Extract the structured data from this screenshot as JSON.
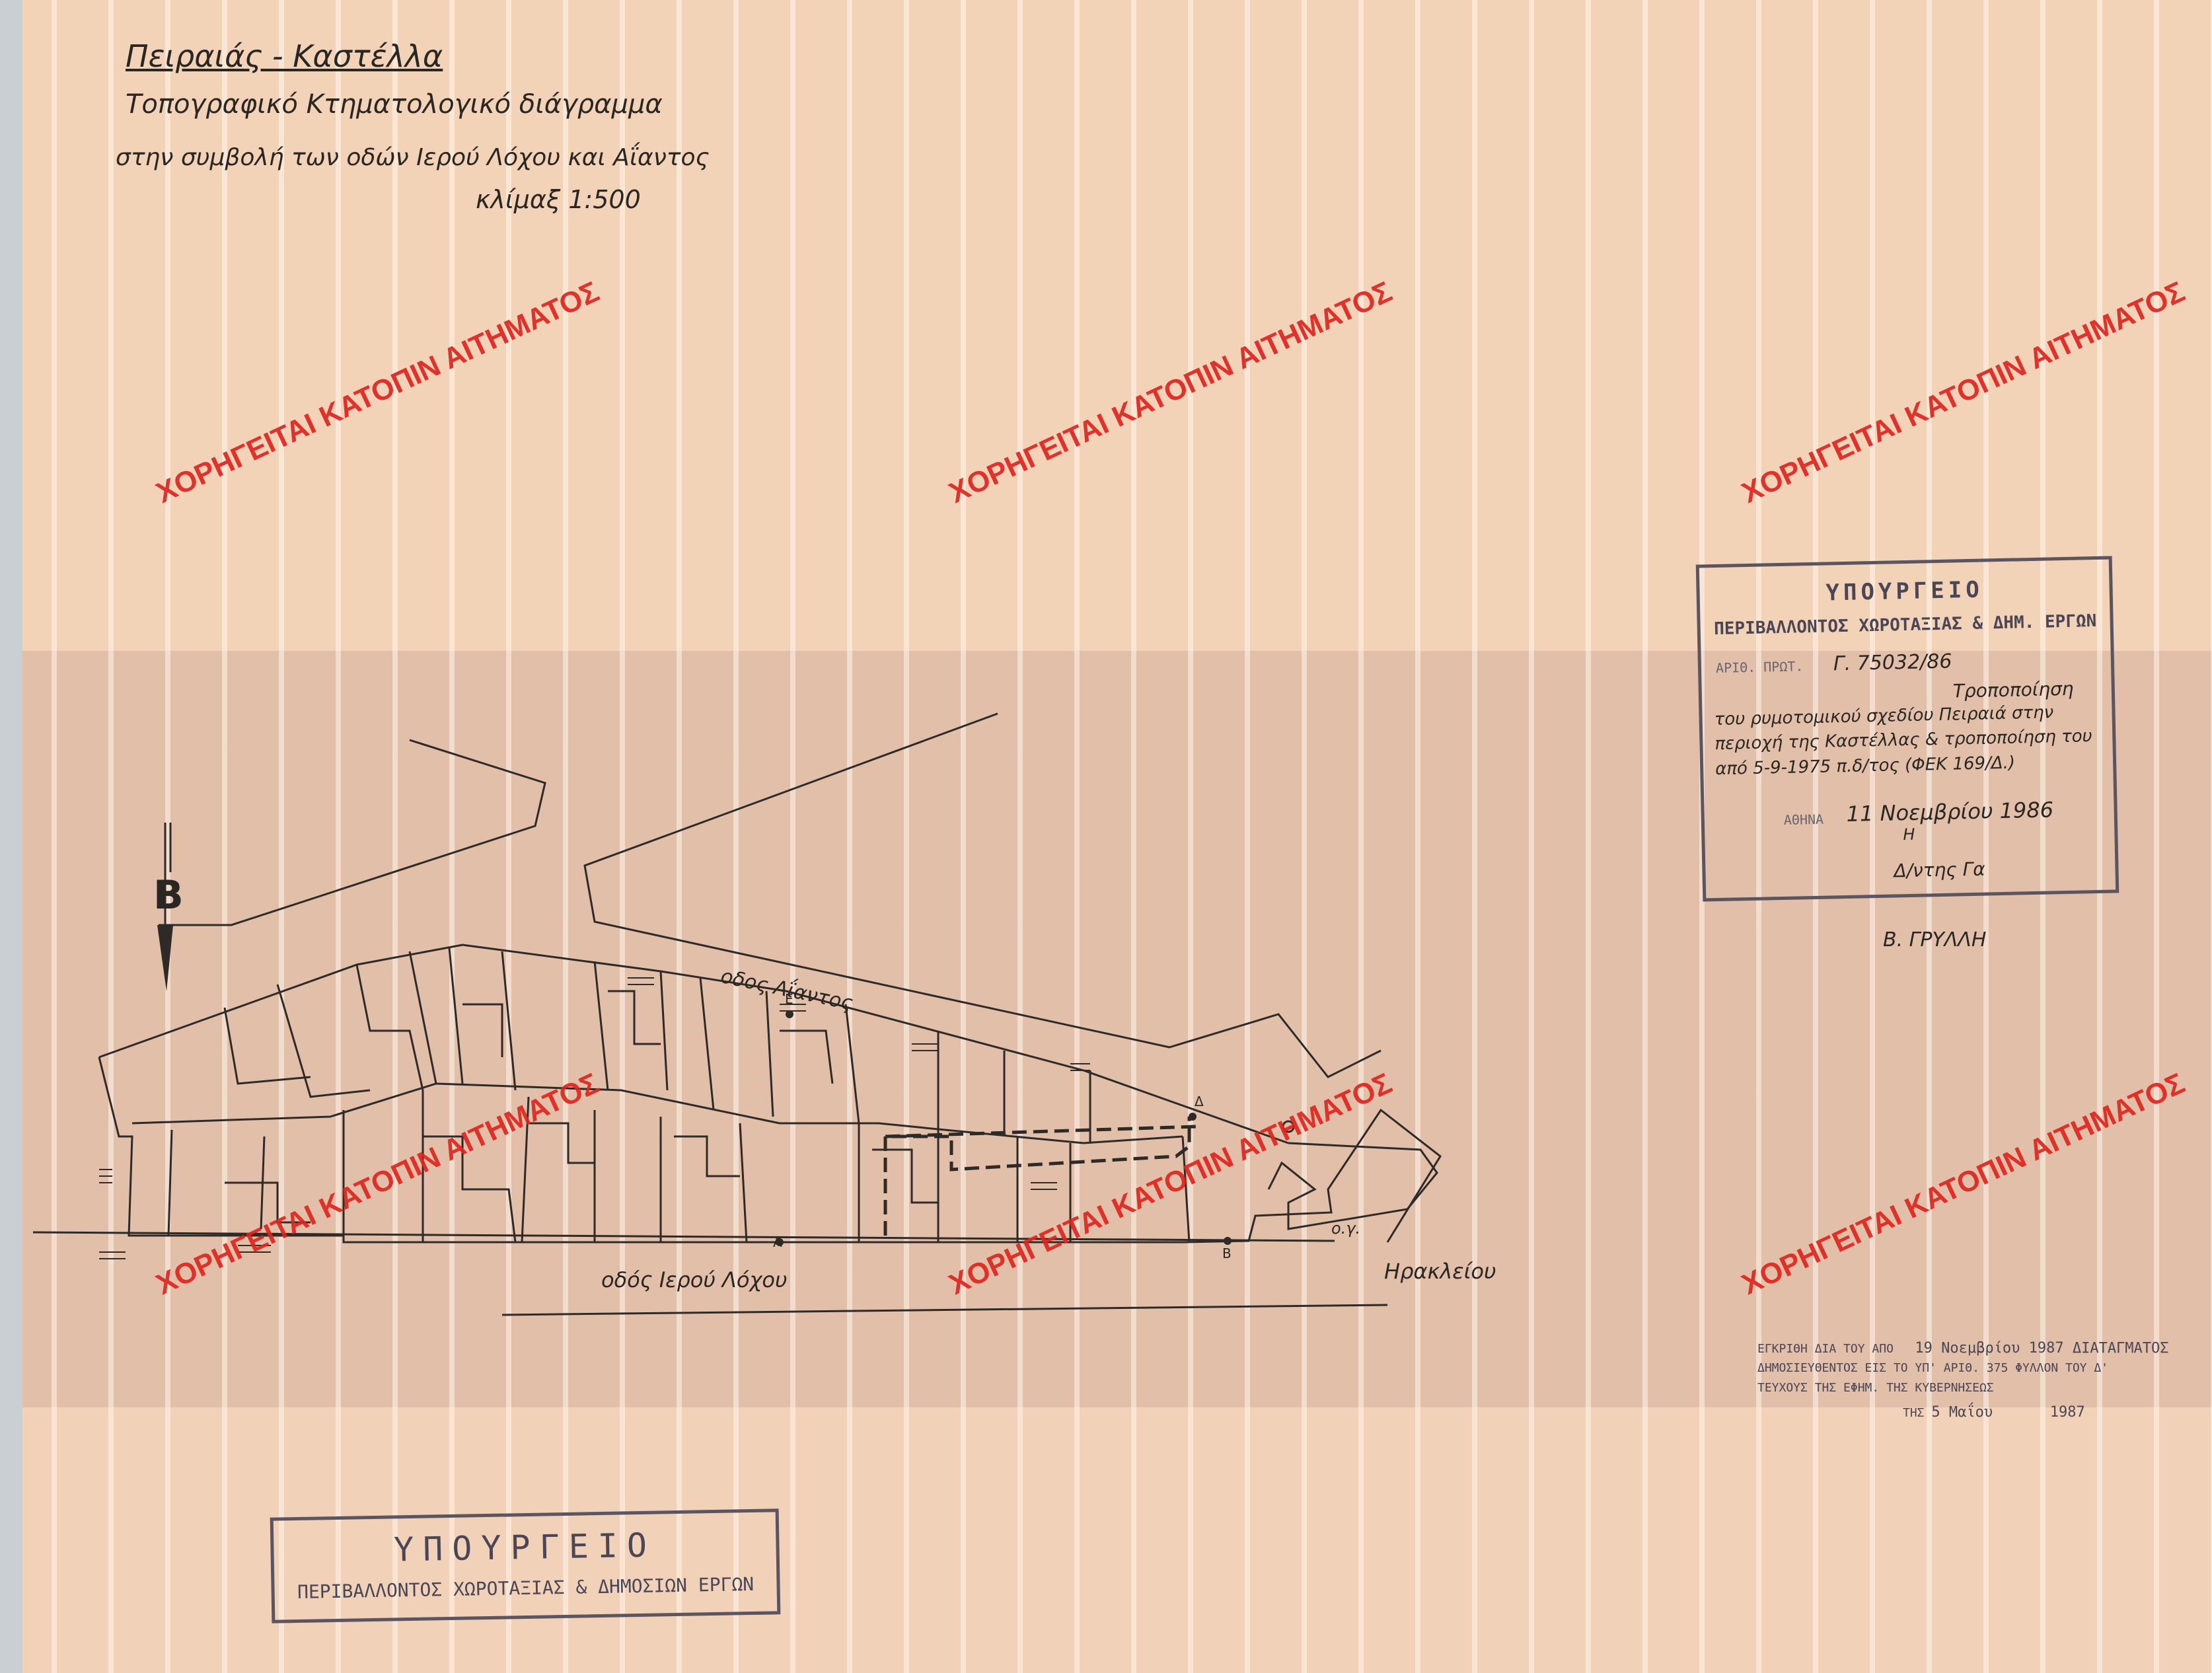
{
  "title": {
    "line1": "Πειραιάς - Καστέλλα",
    "line2": "Τοπογραφικό Κτηματολογικό διάγραμμα",
    "line3": "στην συμβολή των οδών Ιερού Λόχου και Αΐαντος",
    "scale": "κλίμαξ 1:500"
  },
  "watermark": "ΧΟΡΗΓΕΙΤΑΙ ΚΑΤΟΠΙΝ ΑΙΤΗΜΑΤΟΣ",
  "labels": {
    "north": "Β",
    "street_aiantos": "οδος Αΐαντος",
    "street_ierou_lochou": "οδός Ιερού Λόχου",
    "street_irakleiou": "Ηρακλείου",
    "og": "ο.γ.",
    "point_a": "Α",
    "point_b": "Β",
    "point_d": "Δ",
    "point_e": "Ε"
  },
  "stamp_main": {
    "ministry": "ΥΠΟΥΡΓΕΙΟ",
    "department": "ΠΕΡΙΒΑΛΛΟΝΤΟΣ ΧΩΡΟΤΑΞΙΑΣ & ΔΗΜ. ΕΡΓΩΝ",
    "arith_label": "ΑΡΙΘ. ΠΡΩΤ.",
    "ref": "Γ. 75032/86",
    "subject_1": "Τροποποίηση",
    "subject_2": "του ρυμοτομικού σχεδίου Πειραιά στην",
    "subject_3": "περιοχή της Καστέλλας & τροποποίηση του",
    "subject_4": "από 5-9-1975 π.δ/τος (ΦΕΚ 169/Δ.)",
    "place": "ΑΘΗΝΑ",
    "date": "11 Νοεμβρίου 1986",
    "h": "Η",
    "role": "Δ/ντης Γα",
    "signatory": "Β. ΓΡΥΛΛΗ"
  },
  "publication": {
    "line1_pre": "ΕΓΚΡΙΘΗ ΔΙΑ ΤΟΥ ΑΠΟ",
    "line1_date": "19 Νοεμβρίου 1987 ΔΙΑΤΑΓΜΑΤΟΣ",
    "line2": "ΔΗΜΟΣΙΕΥΘΕΝΤΟΣ ΕΙΣ ΤΟ ΥΠ' ΑΡΙΘ. 375 ΦΥΛΛΟΝ ΤΟΥ Δ'",
    "line3": "ΤΕΥΧΟΥΣ ΤΗΣ ΕΦΗΜ. ΤΗΣ ΚΥΒΕΡΝΗΣΕΩΣ",
    "line4_pre": "ΤΗΣ",
    "line4_date": "5 Μαΐου",
    "line4_year": "1987"
  },
  "stamp_bottom": {
    "ministry": "ΥΠΟΥΡΓΕΙΟ",
    "department": "ΠΕΡΙΒΑΛΛΟΝΤΟΣ ΧΩΡΟΤΑΞΙΑΣ & ΔΗΜΟΣΙΩΝ ΕΡΓΩΝ"
  },
  "colors": {
    "paper": "#f3d6bd",
    "shade_band": "#e1bfa8",
    "ink": "#2a2622",
    "watermark": "#e0241e",
    "stamp": "#4a4656"
  }
}
